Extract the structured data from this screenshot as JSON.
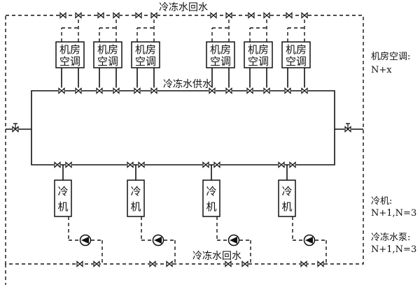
{
  "labels": {
    "return_top": "冷冻水回水",
    "supply": "冷冻水供水",
    "return_bottom": "冷冻水回水"
  },
  "crac": {
    "line1": "机房",
    "line2": "空调"
  },
  "chiller": {
    "line1": "冷",
    "line2": "机"
  },
  "side_notes": {
    "crac_title": "机房空调:",
    "crac_redundancy": "N+x",
    "chiller_title": "冷机:",
    "chiller_redundancy": "N+1,N=3",
    "pump_title": "冷冻水泵:",
    "pump_redundancy": "N+1,N=3"
  }
}
